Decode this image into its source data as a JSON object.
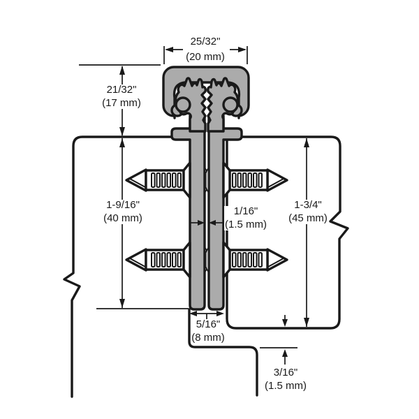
{
  "diagram": {
    "type": "technical-drawing",
    "subject": "Continuous geared hinge cross-section mounted between frame and door",
    "colors": {
      "metal": "#ababab",
      "line": "#1a1a1a",
      "background": "#ffffff"
    },
    "dimensions": {
      "cap_width": {
        "in": "25/32\"",
        "mm": "(20 mm)"
      },
      "cap_height": {
        "in": "21/32\"",
        "mm": "(17 mm)"
      },
      "leaf_length": {
        "in": "1-9/16\"",
        "mm": "(40 mm)"
      },
      "leaf_gap": {
        "in": "1/16\"",
        "mm": "(1.5 mm)"
      },
      "door_thickness": {
        "in": "1-3/4\"",
        "mm": "(45 mm)"
      },
      "bottom_width": {
        "in": "5/16\"",
        "mm": "(8 mm)"
      },
      "clearance": {
        "in": "3/16\"",
        "mm": "(1.5 mm)"
      }
    }
  }
}
